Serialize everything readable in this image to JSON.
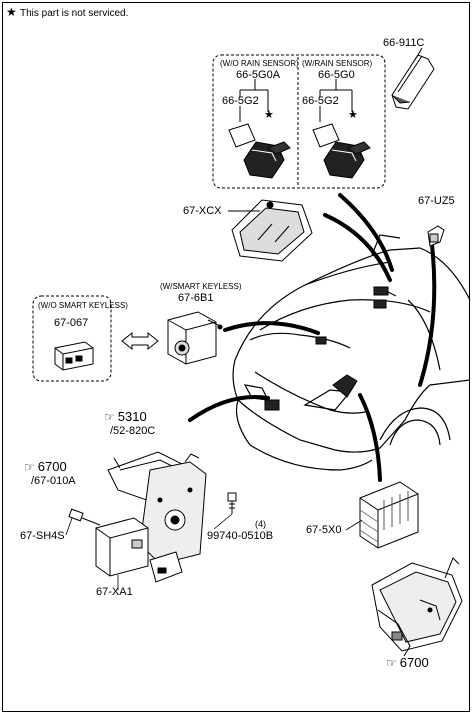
{
  "note": {
    "star": "★",
    "text": "This part is not serviced."
  },
  "labels": {
    "p66_911C": "66-911C",
    "wo_rain": "(W/O RAIN SENSOR)",
    "w_rain": "(W/RAIN SENSOR)",
    "p66_5G0A": "66-5G0A",
    "p66_5G0": "66-5G0",
    "p66_5G2_a": "66-5G2",
    "p66_5G2_b": "66-5G2",
    "star_a": "★",
    "star_b": "★",
    "p67_XCX": "67-XCX",
    "p67_UZ5": "67-UZ5",
    "wo_smart": "(W/O SMART KEYLESS)",
    "p67_067": "67-067",
    "w_smart": "(W/SMART KEYLESS)",
    "p67_6B1": "67-6B1",
    "p5310": "5310",
    "p52_820C": "/52-820C",
    "p6700_a": "6700",
    "p67_010A": "/67-010A",
    "p67_SH4S": "67-SH4S",
    "p99740": "99740-0510B",
    "qty4": "(4)",
    "p67_5X0": "67-5X0",
    "p67_XA1": "67-XA1",
    "p6700_b": "6700"
  },
  "icons": {
    "hand": "pointing-hand-icon"
  }
}
